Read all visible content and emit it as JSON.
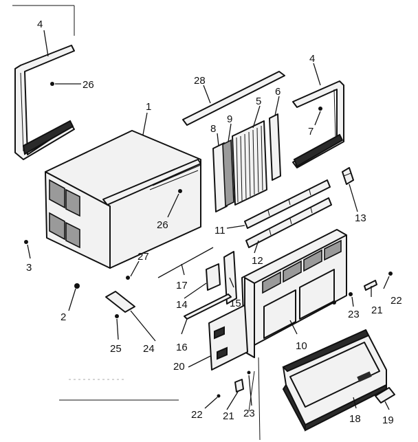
{
  "callouts": [
    {
      "id": "c4a",
      "text": "4"
    },
    {
      "id": "c26a",
      "text": "26"
    },
    {
      "id": "c1",
      "text": "1"
    },
    {
      "id": "c28",
      "text": "28"
    },
    {
      "id": "c8",
      "text": "8"
    },
    {
      "id": "c9",
      "text": "9"
    },
    {
      "id": "c5",
      "text": "5"
    },
    {
      "id": "c6",
      "text": "6"
    },
    {
      "id": "c4b",
      "text": "4"
    },
    {
      "id": "c7",
      "text": "7"
    },
    {
      "id": "c13",
      "text": "13"
    },
    {
      "id": "c26b",
      "text": "26"
    },
    {
      "id": "c11",
      "text": "11"
    },
    {
      "id": "c12",
      "text": "12"
    },
    {
      "id": "c3",
      "text": "3"
    },
    {
      "id": "c27",
      "text": "27"
    },
    {
      "id": "c17",
      "text": "17"
    },
    {
      "id": "c14",
      "text": "14"
    },
    {
      "id": "c15",
      "text": "15"
    },
    {
      "id": "c2",
      "text": "2"
    },
    {
      "id": "c22a",
      "text": "22"
    },
    {
      "id": "c21a",
      "text": "21"
    },
    {
      "id": "c23a",
      "text": "23"
    },
    {
      "id": "c16",
      "text": "16"
    },
    {
      "id": "c25",
      "text": "25"
    },
    {
      "id": "c24",
      "text": "24"
    },
    {
      "id": "c10",
      "text": "10"
    },
    {
      "id": "c20",
      "text": "20"
    },
    {
      "id": "c22b",
      "text": "22"
    },
    {
      "id": "c21b",
      "text": "21"
    },
    {
      "id": "c23b",
      "text": "23"
    },
    {
      "id": "c18",
      "text": "18"
    },
    {
      "id": "c19",
      "text": "19"
    }
  ]
}
